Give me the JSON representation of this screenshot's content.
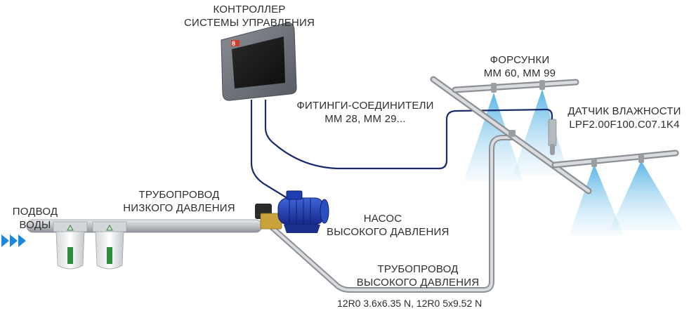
{
  "labels": {
    "controller": {
      "line1": "КОНТРОЛЛЕР",
      "line2": "СИСТЕМЫ УПРАВЛЕНИЯ"
    },
    "nozzles": {
      "line1": "ФОРСУНКИ",
      "line2": "ММ 60, ММ 99"
    },
    "fittings": {
      "line1": "ФИТИНГИ-СОЕДИНИТЕЛИ",
      "line2": "ММ 28, ММ 29..."
    },
    "humidity_sensor": {
      "line1": "ДАТЧИК ВЛАЖНОСТИ",
      "line2": "LPF2.00F100.C07.1K4"
    },
    "water_inlet": {
      "line1": "ПОДВОД",
      "line2": "ВОДЫ"
    },
    "low_pressure_pipe": {
      "line1": "ТРУБОПРОВОД",
      "line2": "НИЗКОГО ДАВЛЕНИЯ"
    },
    "pump": {
      "line1": "НАСОС",
      "line2": "ВЫСОКОГО ДАВЛЕНИЯ"
    },
    "high_pressure_pipe": {
      "line1": "ТРУБОПРОВОД",
      "line2": "ВЫСОКОГО ДАВЛЕНИЯ"
    },
    "pipe_spec": "12R0 3.6x6.35 N, 12R0 5x9.52 N"
  },
  "controller_display": {
    "led": "8"
  },
  "colors": {
    "pipe": "#b9bcc0",
    "pipe_dark": "#8c9095",
    "cable": "#1b2a6b",
    "mist": "#7cc4e8",
    "pump_blue": "#1f3fb0",
    "arrows": "#1e88d8",
    "controller_body": "#6f747c",
    "screen": "#1c1c1c"
  }
}
